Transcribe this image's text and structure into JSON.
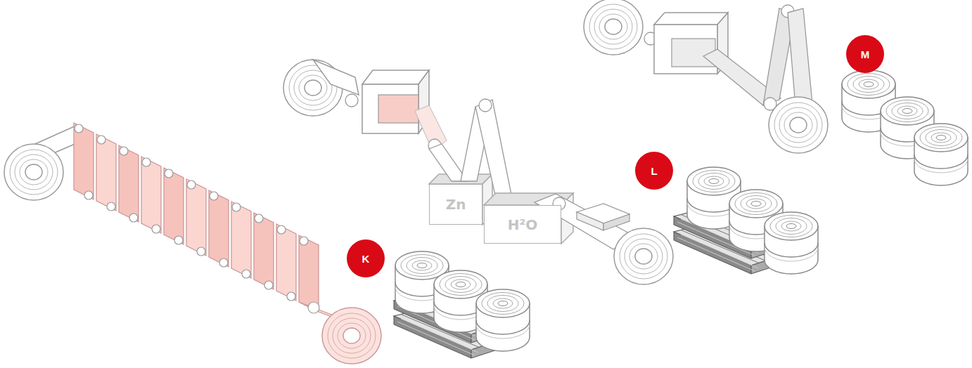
{
  "diagram": {
    "nodes": [
      {
        "text": [
          "K"
        ]
      },
      {
        "text": [
          "Zn"
        ]
      },
      {
        "text": [
          "H²O"
        ]
      },
      {
        "text": [
          "L"
        ]
      },
      {
        "text": [
          "M"
        ]
      }
    ]
  }
}
